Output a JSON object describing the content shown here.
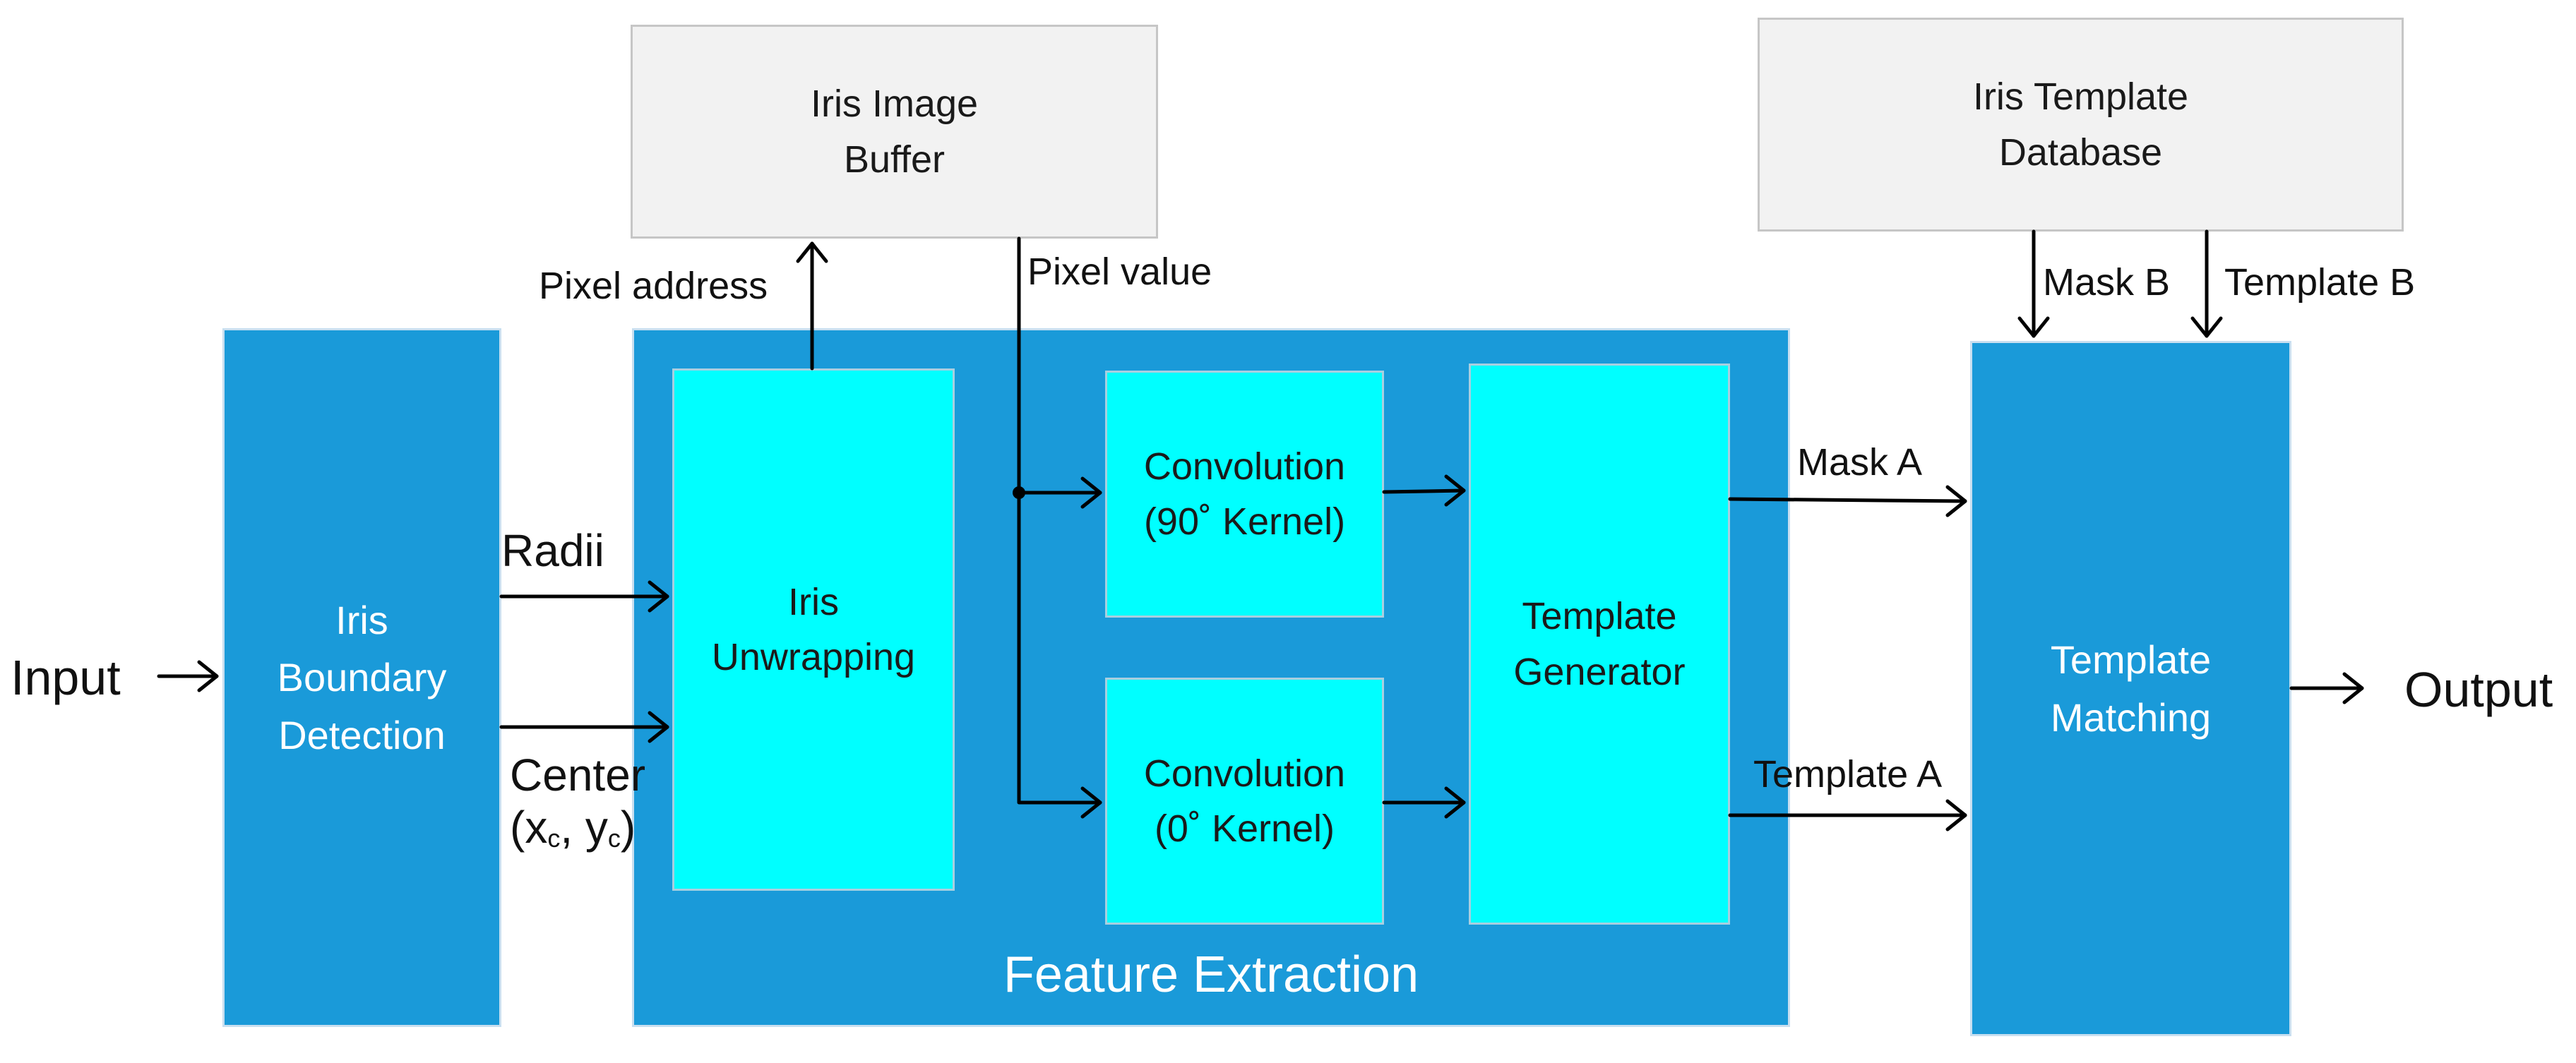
{
  "boxes": {
    "iris_image_buffer": [
      "Iris Image",
      "Buffer"
    ],
    "iris_template_database": [
      "Iris Template",
      "Database"
    ],
    "iris_boundary_detection": [
      "Iris",
      "Boundary",
      "Detection"
    ],
    "iris_unwrapping": [
      "Iris",
      "Unwrapping"
    ],
    "conv_90": [
      "Convolution",
      "(90˚ Kernel)"
    ],
    "conv_0": [
      "Convolution",
      "(0˚ Kernel)"
    ],
    "template_generator": [
      "Template",
      "Generator"
    ],
    "template_matching": [
      "Template",
      "Matching"
    ],
    "feature_extraction": "Feature Extraction"
  },
  "labels": {
    "input": "Input",
    "output": "Output",
    "radii": "Radii",
    "center": "Center",
    "center_coords": {
      "open": "(x",
      "sub_x": "c",
      "mid": ", y",
      "sub_y": "c",
      "close": ")"
    },
    "pixel_address": "Pixel address",
    "pixel_value": "Pixel value",
    "mask_a": "Mask A",
    "template_a": "Template A",
    "mask_b": "Mask B",
    "template_b": "Template B"
  },
  "colors": {
    "block_blue": "#1a9ad9",
    "block_cyan": "#00ffff",
    "block_gray": "#f2f2f2",
    "line": "#000000"
  }
}
